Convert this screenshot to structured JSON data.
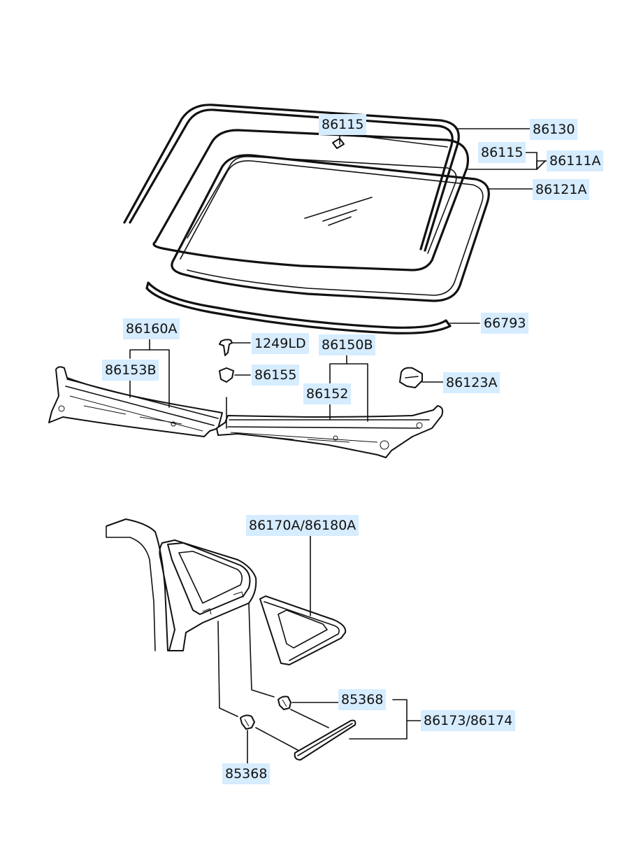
{
  "labels": {
    "l86115_top": "86115",
    "l86130": "86130",
    "l86115_side": "86115",
    "l86111A": "86111A",
    "l86121A": "86121A",
    "l66793": "66793",
    "l86160A": "86160A",
    "l86153B": "86153B",
    "l1249LD": "1249LD",
    "l86155": "86155",
    "l86150B": "86150B",
    "l86152": "86152",
    "l86123A": "86123A",
    "l86170A_86180A": "86170A/86180A",
    "l85368_right": "85368",
    "l86173_86174": "86173/86174",
    "l85368_bottom": "85368"
  },
  "colors": {
    "label_bg": "#d6ecff",
    "line": "#111111"
  }
}
